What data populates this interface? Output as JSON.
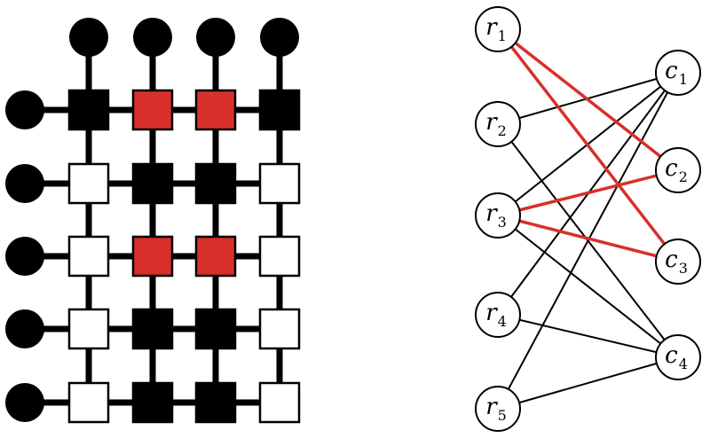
{
  "colors": {
    "black": "#000000",
    "red": "#d8302a",
    "white": "#ffffff"
  },
  "grid": {
    "rows": 5,
    "cols": 4,
    "cells": [
      [
        "black",
        "red",
        "red",
        "black"
      ],
      [
        "white",
        "black",
        "black",
        "white"
      ],
      [
        "white",
        "red",
        "red",
        "white"
      ],
      [
        "white",
        "black",
        "black",
        "white"
      ],
      [
        "white",
        "black",
        "black",
        "white"
      ]
    ]
  },
  "bipartite": {
    "left_nodes": [
      {
        "id": "r1",
        "letter": "r",
        "sub": "1"
      },
      {
        "id": "r2",
        "letter": "r",
        "sub": "2"
      },
      {
        "id": "r3",
        "letter": "r",
        "sub": "3"
      },
      {
        "id": "r4",
        "letter": "r",
        "sub": "4"
      },
      {
        "id": "r5",
        "letter": "r",
        "sub": "5"
      }
    ],
    "right_nodes": [
      {
        "id": "c1",
        "letter": "c",
        "sub": "1"
      },
      {
        "id": "c2",
        "letter": "c",
        "sub": "2"
      },
      {
        "id": "c3",
        "letter": "c",
        "sub": "3"
      },
      {
        "id": "c4",
        "letter": "c",
        "sub": "4"
      }
    ],
    "edges": [
      {
        "from": "r1",
        "to": "c2",
        "color": "red"
      },
      {
        "from": "r1",
        "to": "c3",
        "color": "red"
      },
      {
        "from": "r2",
        "to": "c1",
        "color": "black"
      },
      {
        "from": "r2",
        "to": "c4",
        "color": "black"
      },
      {
        "from": "r3",
        "to": "c1",
        "color": "black"
      },
      {
        "from": "r3",
        "to": "c2",
        "color": "red"
      },
      {
        "from": "r3",
        "to": "c3",
        "color": "red"
      },
      {
        "from": "r3",
        "to": "c4",
        "color": "black"
      },
      {
        "from": "r4",
        "to": "c1",
        "color": "black"
      },
      {
        "from": "r4",
        "to": "c4",
        "color": "black"
      },
      {
        "from": "r5",
        "to": "c1",
        "color": "black"
      },
      {
        "from": "r5",
        "to": "c4",
        "color": "black"
      }
    ]
  }
}
